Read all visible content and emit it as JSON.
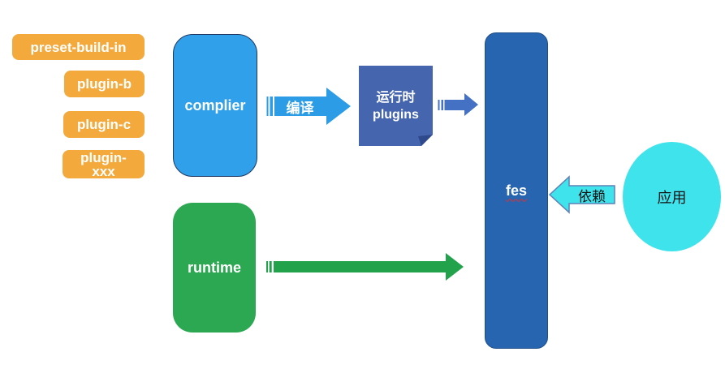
{
  "colors": {
    "chip_orange": "#F3A93C",
    "complier_fill": "#2FA0E9",
    "complier_border": "#1F3864",
    "compile_arrow": "#2B9CE5",
    "note_fill": "#4565AE",
    "note_fold": "#2E4A8D",
    "note_arrow": "#4571C4",
    "fes_fill": "#2765B0",
    "fes_border": "#1D4E89",
    "runtime_fill": "#2CA853",
    "runtime_arrow": "#23A24C",
    "cyan_fill": "#3EE3EC",
    "cyan_border": "#5E81B5",
    "spell_red": "#E0312E",
    "text_light": "#FFFFFF",
    "text_dark": "#111111"
  },
  "chips": [
    {
      "label": "preset-build-in"
    },
    {
      "label": "plugin-b"
    },
    {
      "label": "plugin-c"
    },
    {
      "label": "plugin-\nxxx"
    }
  ],
  "nodes": {
    "complier": {
      "label": "complier"
    },
    "runtime": {
      "label": "runtime"
    },
    "fes": {
      "label": "fes"
    },
    "runtime_plugins": {
      "label": "运行时\nplugins"
    },
    "app": {
      "label": "应用"
    }
  },
  "arrows": {
    "compile": {
      "label": "编译"
    },
    "depend": {
      "label": "依赖"
    }
  }
}
